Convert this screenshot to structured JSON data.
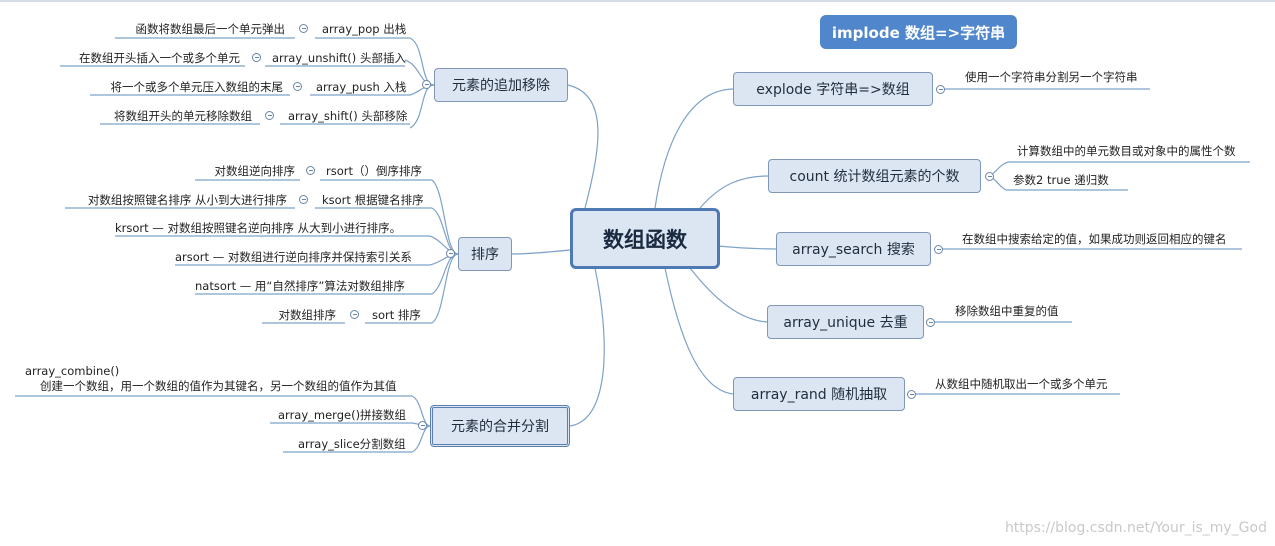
{
  "center": "数组函数",
  "top_badge": "implode 数组=>字符串",
  "left_groups": {
    "add_remove": {
      "title": "元素的追加移除",
      "items": [
        {
          "desc": "函数将数组最后一个单元弹出",
          "func": "array_pop 出栈"
        },
        {
          "desc": "在数组开头插入一个或多个单元",
          "func": "array_unshift() 头部插入"
        },
        {
          "desc": "将一个或多个单元压入数组的末尾",
          "func": "array_push 入栈"
        },
        {
          "desc": "将数组开头的单元移除数组",
          "func": "array_shift() 头部移除"
        }
      ]
    },
    "sort": {
      "title": "排序",
      "items": [
        {
          "desc": "对数组逆向排序",
          "func": "rsort（）倒序排序"
        },
        {
          "desc": "对数组按照键名排序 从小到大进行排序",
          "func": "ksort 根据键名排序"
        },
        {
          "desc": "",
          "func": "krsort — 对数组按照键名逆向排序  从大到小进行排序。"
        },
        {
          "desc": "",
          "func": "arsort — 对数组进行逆向排序并保持索引关系"
        },
        {
          "desc": "",
          "func": "natsort — 用“自然排序”算法对数组排序"
        },
        {
          "desc": "对数组排序",
          "func": "sort 排序"
        }
      ]
    },
    "merge_split": {
      "title": "元素的合并分割",
      "items": [
        {
          "line1": "array_combine()",
          "line2": "创建一个数组，用一个数组的值作为其键名，另一个数组的值作为其值"
        },
        {
          "func": "array_merge()拼接数组"
        },
        {
          "func": "array_slice分割数组"
        }
      ]
    }
  },
  "right_nodes": {
    "explode": {
      "title": "explode  字符串=>数组",
      "items": [
        "使用一个字符串分割另一个字符串"
      ]
    },
    "count": {
      "title": "count  统计数组元素的个数",
      "items": [
        "计算数组中的单元数目或对象中的属性个数",
        "参数2  true 递归数"
      ]
    },
    "search": {
      "title": "array_search  搜索",
      "items": [
        "在数组中搜索给定的值，如果成功则返回相应的键名"
      ]
    },
    "unique": {
      "title": "array_unique  去重",
      "items": [
        "移除数组中重复的值"
      ]
    },
    "rand": {
      "title": "array_rand  随机抽取",
      "items": [
        "从数组中随机取出一个或多个单元"
      ]
    }
  },
  "watermark": "https://blog.csdn.net/Your_is_my_God",
  "colors": {
    "node_fill": "#dce6f3",
    "node_border": "#7f98b7",
    "center_border": "#4f79b3",
    "badge": "#4f86cc",
    "line": "#7ea2c9"
  }
}
